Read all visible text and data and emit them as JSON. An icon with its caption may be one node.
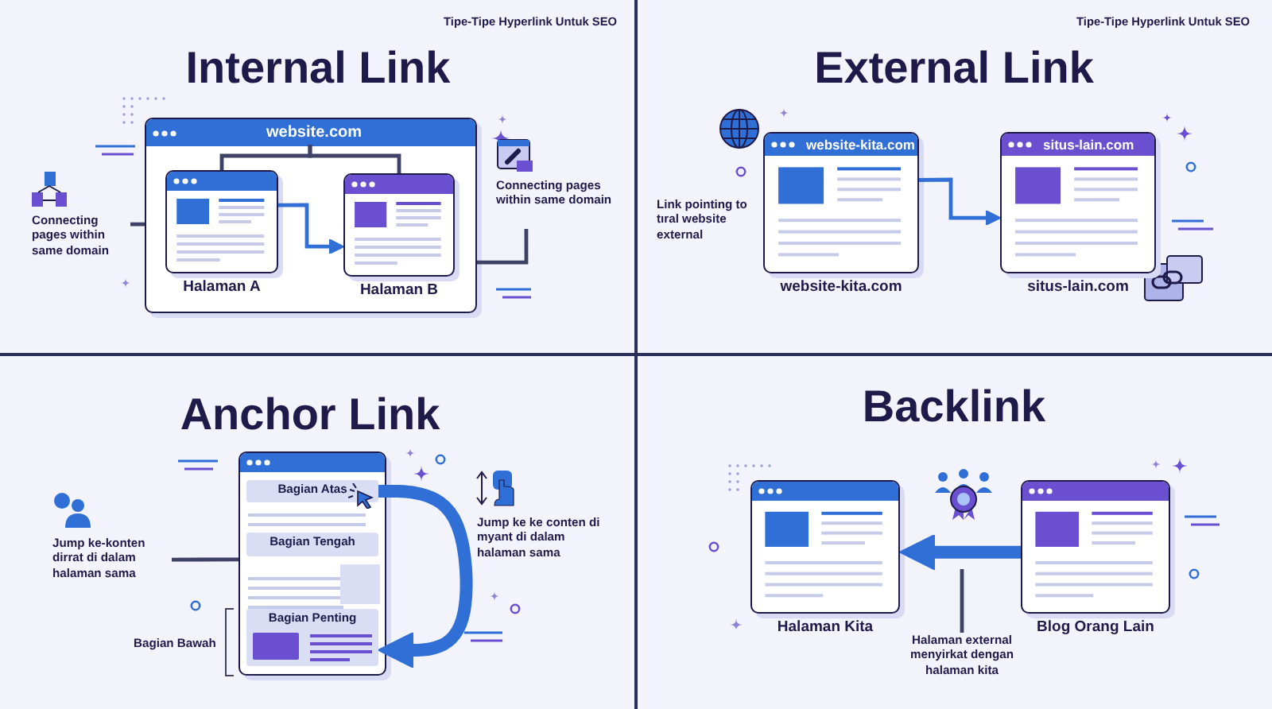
{
  "diagram": {
    "nodes": [
      {
        "text": [
          "website.com"
        ]
      },
      {
        "text": [
          "Halaman A"
        ],
        "in": 0
      },
      {
        "text": [
          "Halaman B"
        ],
        "in": 0
      },
      {
        "text": [
          "Connecting pages within same domain"
        ]
      },
      {
        "text": [
          "Connecting pages within same domain"
        ]
      },
      {
        "text": [
          "website-kita.com",
          "website-kita.com"
        ]
      },
      {
        "text": [
          "situs-lain.com",
          "situs-lain.com"
        ]
      },
      {
        "text": [],
        "shape": "box"
      },
      {
        "text": [
          "Bagian Atas"
        ],
        "in": 7
      },
      {
        "text": [
          "Bagian Tengah"
        ],
        "in": 7
      },
      {
        "text": [
          "Bagian Penting"
        ],
        "in": 7
      },
      {
        "text": [
          "Jump ke-konten dirrat di dalam halaman sama"
        ]
      },
      {
        "text": [
          "Halaman Kita"
        ]
      },
      {
        "text": [
          "Blog Orang Lain"
        ]
      },
      {
        "text": [
          "Halaman external menyirkat dengan halaman kita"
        ]
      }
    ],
    "edges": [
      {
        "from": 0,
        "to": 1,
        "arrow": "none"
      },
      {
        "from": 0,
        "to": 2,
        "arrow": "none"
      },
      {
        "from": 1,
        "to": 2,
        "arrow": "to",
        "color": "#2f6fd6"
      },
      {
        "from": 3,
        "to": 0,
        "arrow": "none"
      },
      {
        "from": 4,
        "to": 0,
        "arrow": "none"
      },
      {
        "from": 5,
        "to": 6,
        "arrow": "to",
        "color": "#2f6fd6"
      },
      {
        "from": 8,
        "to": 10,
        "arrow": "to",
        "style": "thick",
        "color": "#2f6fd6"
      },
      {
        "from": 11,
        "to": 7,
        "arrow": "none"
      },
      {
        "from": 13,
        "to": 12,
        "arrow": "to",
        "style": "thick",
        "color": "#2f6fd6"
      },
      {
        "from": 14,
        "to": null,
        "arrow": "none"
      }
    ],
    "labels": [
      "Tipe-Tipe Hyperlink Untuk SEO",
      "Internal Link",
      "Tipe-Tipe Hyperlink Untuk SEO",
      "External Link",
      "Link pointing to tıral website external",
      "Anchor Link",
      "Jump ke ke conten di myant di dalam halaman sama",
      "Bagian Bawah",
      "Backlink"
    ]
  }
}
